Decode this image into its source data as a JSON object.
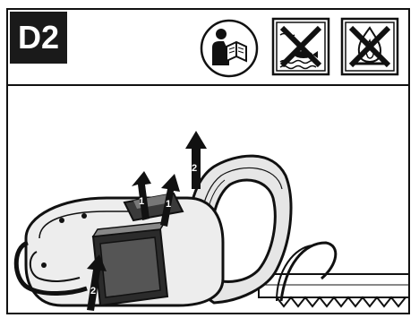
{
  "step": {
    "label": "D2"
  },
  "icons": [
    {
      "name": "read-manual-icon"
    },
    {
      "name": "no-water-icon"
    },
    {
      "name": "no-fire-icon"
    }
  ],
  "illustration": {
    "arrow_labels": [
      "1",
      "1",
      "2",
      "2"
    ]
  }
}
